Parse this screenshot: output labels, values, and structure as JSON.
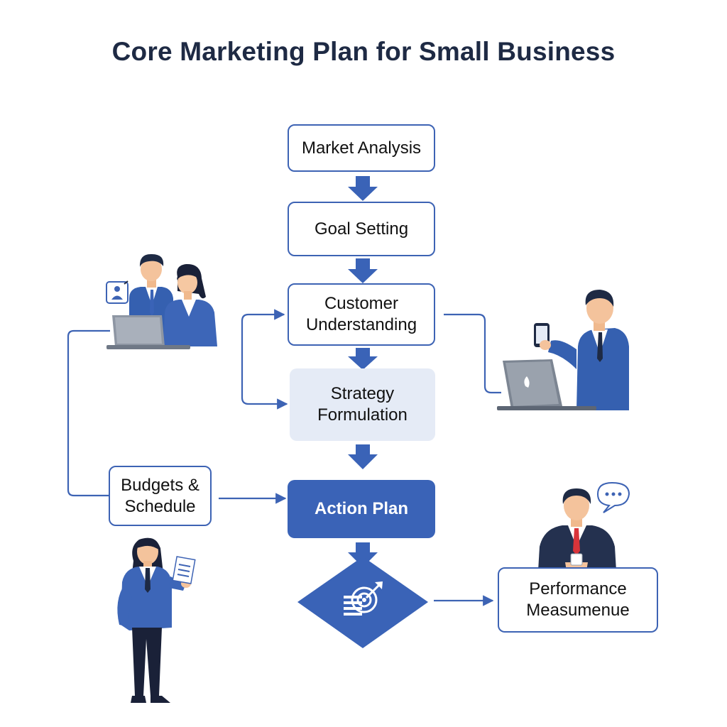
{
  "title": "Core Marketing Plan for Small Business",
  "nodes": {
    "market_analysis": "Market Analysis",
    "goal_setting": "Goal Setting",
    "customer_understanding": "Customer\nUnderstanding",
    "strategy_formulation": "Strategy\nFormulation",
    "action_plan": "Action Plan",
    "budgets_schedule": "Budgets &\nSchedule",
    "performance": "Performance\nMeasumenue"
  },
  "colors": {
    "accent": "#3a63b7",
    "light_fill": "#e5ebf6",
    "title": "#1e2a44"
  },
  "icons": [
    "business-team-icon",
    "businessman-phone-icon",
    "businesswoman-document-icon",
    "speaking-businessman-icon",
    "target-growth-icon"
  ]
}
